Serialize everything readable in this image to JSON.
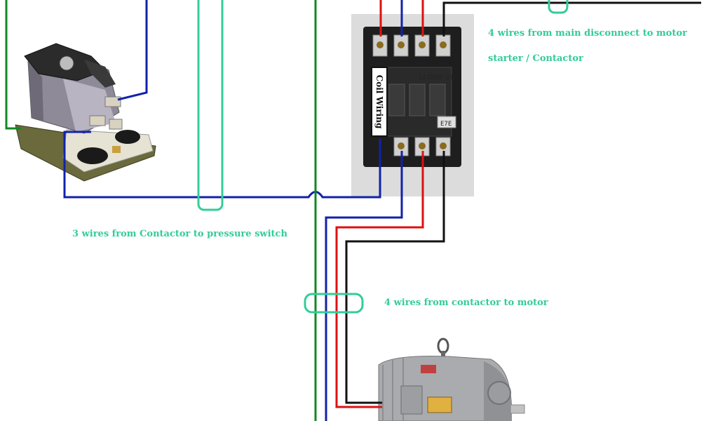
{
  "labels": {
    "main_disconnect_line1": "4 wires from main disconnect to motor",
    "main_disconnect_line2": "starter / Contactor",
    "pressure_switch": "3 wires from Contactor to pressure switch",
    "contactor_to_motor": "4 wires from contactor to motor",
    "coil_wiring": "Coil Wiring"
  },
  "contactor": {
    "model": "LC1D50 21",
    "voltage": "E7E"
  },
  "colors": {
    "label": "#33cc99",
    "wire_black": "#111111",
    "wire_red": "#dd1111",
    "wire_blue": "#1122aa",
    "wire_green": "#118822",
    "bundle_marker": "#33cc99"
  },
  "icons": [
    "pressure-switch-icon",
    "contactor-icon",
    "electric-motor-icon"
  ]
}
